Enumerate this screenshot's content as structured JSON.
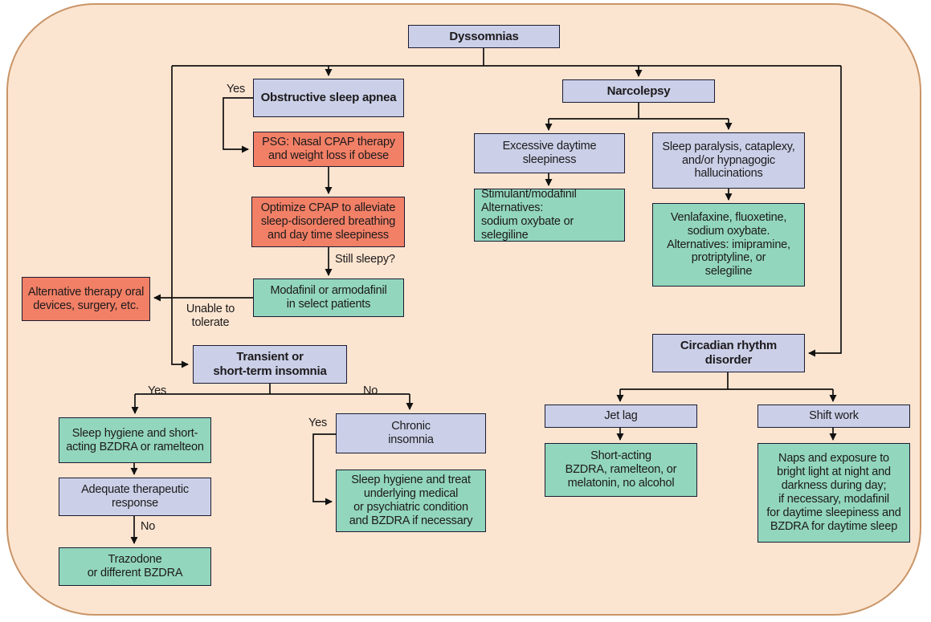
{
  "diagram": {
    "title": "Dyssomnias treatment algorithm",
    "colors": {
      "category_fill": "#cbd0e8",
      "intervention_fill": "#f28066",
      "treatment_fill": "#92d6bd",
      "background": "#fce5d0",
      "panel_border": "#c99467",
      "box_border": "#1b1b33",
      "line": "#111111"
    },
    "nodes": {
      "dyssomnias": {
        "label": "Dyssomnias"
      },
      "osa": {
        "label": "Obstructive sleep apnea"
      },
      "psg": {
        "label": "PSG: Nasal CPAP therapy\nand weight loss if obese"
      },
      "optimize": {
        "label": "Optimize CPAP to alleviate\nsleep-disordered breathing\nand day time sleepiness"
      },
      "modafinil": {
        "label": "Modafinil or armodafinil\nin select patients"
      },
      "alt_therapy": {
        "label": "Alternative therapy oral\ndevices, surgery, etc."
      },
      "transient": {
        "label": "Transient or\nshort-term insomnia"
      },
      "sleep_hygiene_short": {
        "label": "Sleep hygiene and short-\nacting BZDRA or ramelteon"
      },
      "adequate": {
        "label": "Adequate therapeutic\nresponse"
      },
      "trazodone": {
        "label": "Trazodone\nor different BZDRA"
      },
      "chronic": {
        "label": "Chronic\ninsomnia"
      },
      "sleep_hygiene_treat": {
        "label": "Sleep hygiene and treat\nunderlying medical\nor psychiatric condition\nand BZDRA if necessary"
      },
      "narcolepsy": {
        "label": "Narcolepsy"
      },
      "eds": {
        "label": "Excessive daytime\nsleepiness"
      },
      "stimulant": {
        "label": "Stimulant/modafinil\nAlternatives:\nsodium oxybate or selegiline"
      },
      "paralysis": {
        "label": "Sleep paralysis, cataplexy,\nand/or hypnagogic\nhallucinations"
      },
      "venlafaxine": {
        "label": "Venlafaxine, fluoxetine,\nsodium oxybate.\nAlternatives: imipramine,\nprotriptyline, or\nselegiline"
      },
      "circadian": {
        "label": "Circadian rhythm\ndisorder"
      },
      "jetlag": {
        "label": "Jet lag"
      },
      "short_acting": {
        "label": "Short-acting\nBZDRA, ramelteon, or\nmelatonin, no alcohol"
      },
      "shiftwork": {
        "label": "Shift work"
      },
      "naps": {
        "label": "Naps and exposure to\nbright light at night and\ndarkness during day;\nif necessary, modafinil\nfor daytime sleepiness and\nBZDRA for daytime sleep"
      }
    },
    "edge_labels": {
      "yes_osa": "Yes",
      "still_sleepy": "Still sleepy?",
      "unable_tolerate": "Unable to\ntolerate",
      "yes_transient": "Yes",
      "no_transient": "No",
      "no_adequate": "No",
      "yes_chronic": "Yes"
    }
  }
}
